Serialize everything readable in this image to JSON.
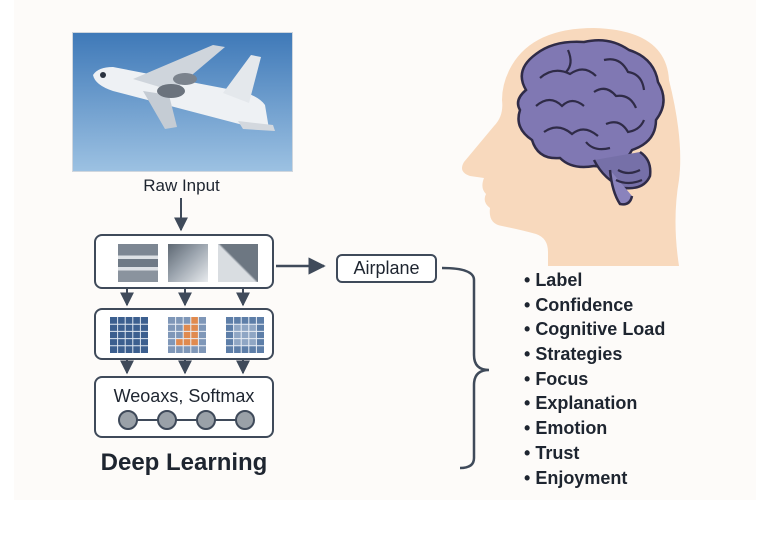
{
  "input": {
    "label": "Raw Input"
  },
  "model": {
    "output_layer_label": "Weoaxs, Softmax",
    "title": "Deep Learning"
  },
  "prediction": {
    "label": "Airplane"
  },
  "human_attributes": [
    "Label",
    "Confidence",
    "Cognitive Load",
    "Strategies",
    "Focus",
    "Explanation",
    "Emotion",
    "Trust",
    "Enjoyment"
  ],
  "colors": {
    "line": "#3f4a5a",
    "grid_blue": "#3c5f8f",
    "grid_orange": "#e08a4f",
    "brain": "#8078b3",
    "skin": "#f8d9bd"
  }
}
